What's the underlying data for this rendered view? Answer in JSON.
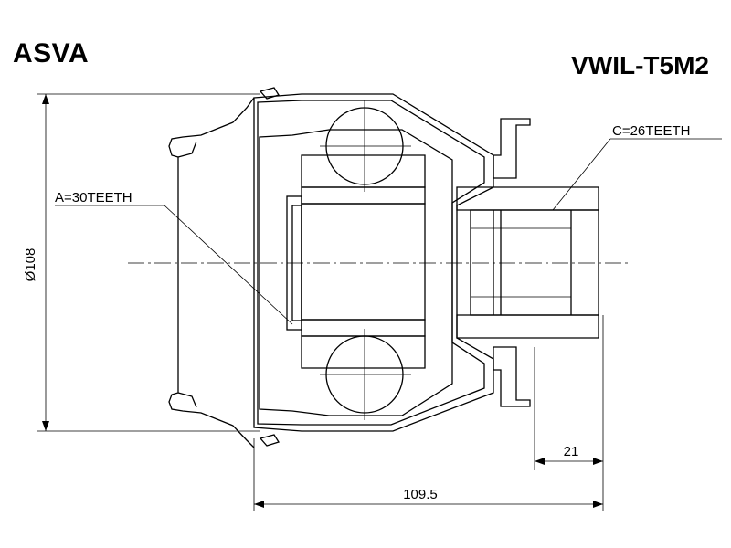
{
  "brand": "ASVA",
  "part_number": "VWIL-T5M2",
  "callouts": {
    "spline_a": "A=30TEETH",
    "spline_c": "C=26TEETH"
  },
  "dimensions": {
    "diameter": "Ø108",
    "overall_length": "109.5",
    "stub_length": "21"
  }
}
